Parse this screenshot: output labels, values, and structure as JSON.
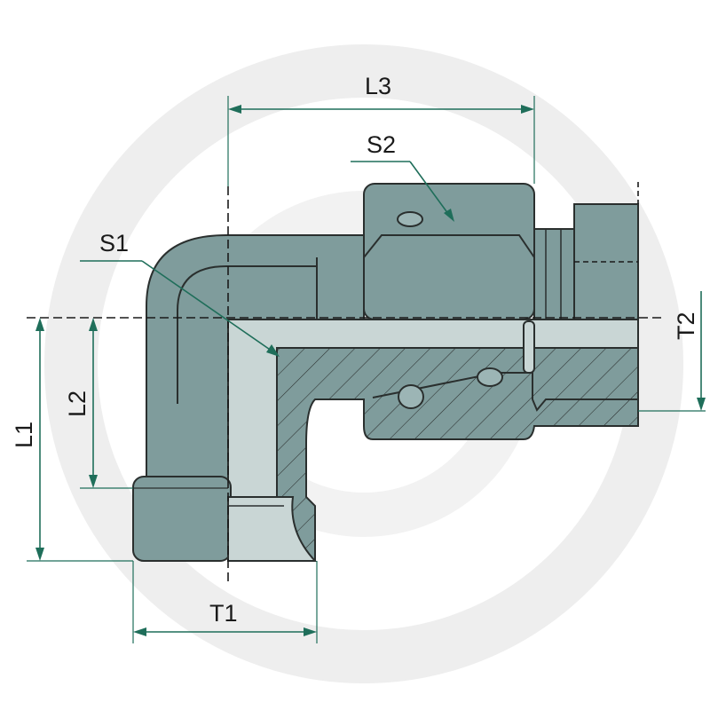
{
  "labels": {
    "l1": "L1",
    "l2": "L2",
    "l3": "L3",
    "s1": "S1",
    "s2": "S2",
    "t1": "T1",
    "t2": "T2"
  },
  "colors": {
    "body": "#7f9c9c",
    "body_light": "#9cb5b5",
    "bore": "#c9d6d5",
    "dimension": "#1f6e5a",
    "watermark": "#eeeeee"
  },
  "icons": {
    "watermark": "brand-watermark-ring"
  }
}
